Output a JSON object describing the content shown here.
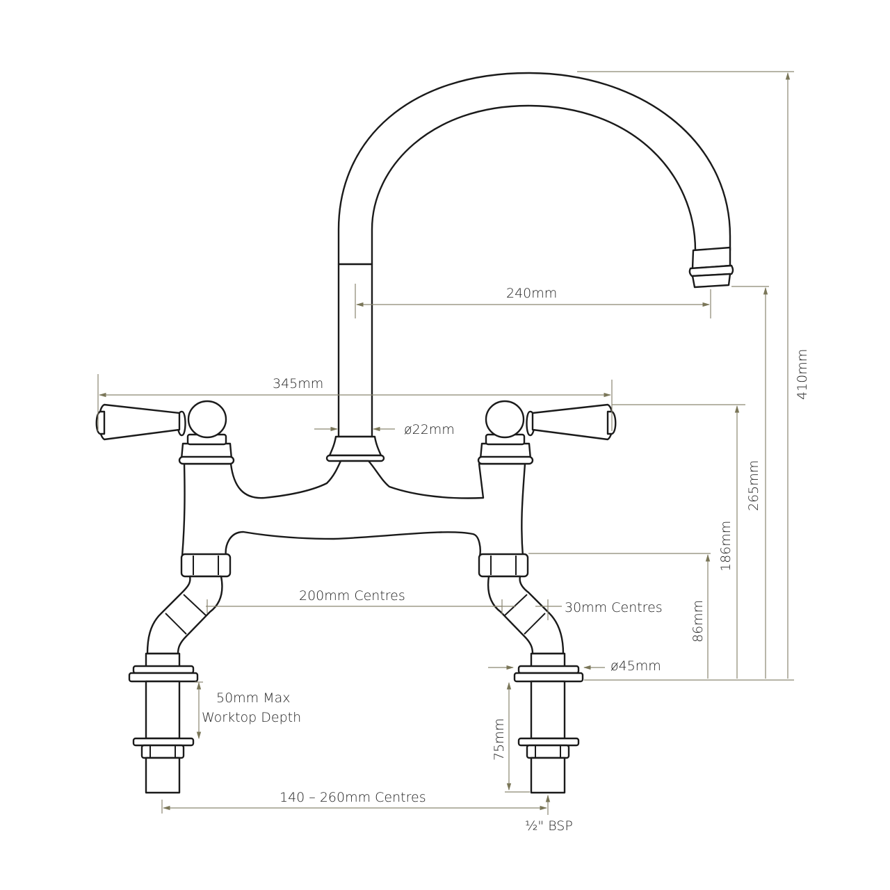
{
  "diagram": {
    "subject": "Bridge kitchen mixer tap with swan-neck spout and lever handles",
    "colors": {
      "outline": "#1a1a1a",
      "dimension_line": "#8a8670",
      "arrow": "#7a7658",
      "text": "#222222",
      "background": "#ffffff"
    },
    "dimensions": {
      "spout_reach": "240mm",
      "overall_width": "345mm",
      "spout_diameter": "ø22mm",
      "overall_height": "410mm",
      "spout_outlet_height": "265mm",
      "handle_height": "186mm",
      "body_height": "86mm",
      "inlet_centres": "200mm Centres",
      "offset_centres": "30mm Centres",
      "flange_diameter": "ø45mm",
      "worktop_depth_line1": "50mm Max",
      "worktop_depth_line2": "Worktop Depth",
      "shank_length": "75mm",
      "adjustable_centres": "140 – 260mm Centres",
      "connection": "½\" BSP"
    }
  }
}
